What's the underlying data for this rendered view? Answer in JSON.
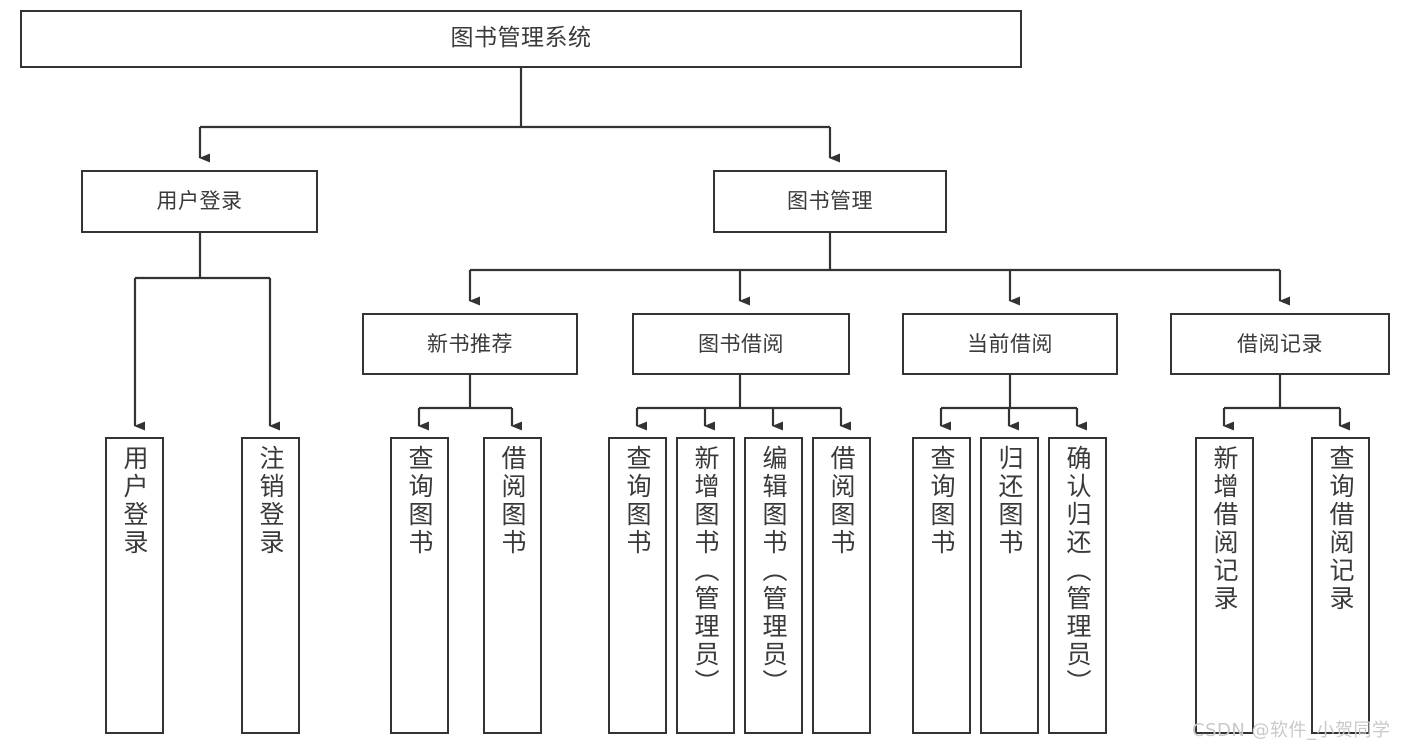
{
  "diagram": {
    "title": "图书管理系统",
    "type": "tree-hierarchy-chart",
    "watermark": "CSDN @软件_小贺同学",
    "nodes": {
      "root": {
        "label": "图书管理系统"
      },
      "level1": [
        {
          "id": "user-login",
          "label": "用户登录"
        },
        {
          "id": "book-manage",
          "label": "图书管理"
        }
      ],
      "level2": [
        {
          "id": "new-book-recommend",
          "label": "新书推荐"
        },
        {
          "id": "book-borrow",
          "label": "图书借阅"
        },
        {
          "id": "current-borrow",
          "label": "当前借阅"
        },
        {
          "id": "borrow-record",
          "label": "借阅记录"
        }
      ],
      "leaves": {
        "user-login": [
          {
            "id": "login",
            "label": "用户登录"
          },
          {
            "id": "logout",
            "label": "注销登录"
          }
        ],
        "new-book-recommend": [
          {
            "id": "query-book-a",
            "label": "查询图书"
          },
          {
            "id": "borrow-book-a",
            "label": "借阅图书"
          }
        ],
        "book-borrow": [
          {
            "id": "query-book-b",
            "label": "查询图书"
          },
          {
            "id": "add-book",
            "label": "新增图书（管理员）"
          },
          {
            "id": "edit-book",
            "label": "编辑图书（管理员）"
          },
          {
            "id": "borrow-book-b",
            "label": "借阅图书"
          }
        ],
        "current-borrow": [
          {
            "id": "query-book-c",
            "label": "查询图书"
          },
          {
            "id": "return-book",
            "label": "归还图书"
          },
          {
            "id": "confirm-return",
            "label": "确认归还（管理员）"
          }
        ],
        "borrow-record": [
          {
            "id": "add-record",
            "label": "新增借阅记录"
          },
          {
            "id": "query-record",
            "label": "查询借阅记录"
          }
        ]
      }
    },
    "colors": {
      "stroke": "#333333",
      "fill": "#ffffff",
      "text": "#3a3a3a",
      "watermark": "#c9c9c9"
    }
  }
}
